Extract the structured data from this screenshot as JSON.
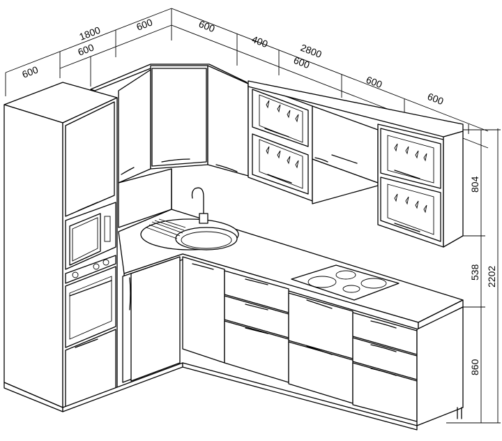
{
  "diagram": {
    "type": "corner kitchen set line drawing",
    "dimensions": {
      "left_total": "1800",
      "left_front_600": "600",
      "left_end_600": "600",
      "left_corner_600": "600",
      "right_total": "2800",
      "right_corner_600": "600",
      "right_400": "400",
      "right_600_a": "600",
      "right_600_b": "600",
      "right_600_c": "600",
      "height_total": "2202",
      "height_upper": "804",
      "height_gap": "538",
      "height_base": "860"
    }
  }
}
